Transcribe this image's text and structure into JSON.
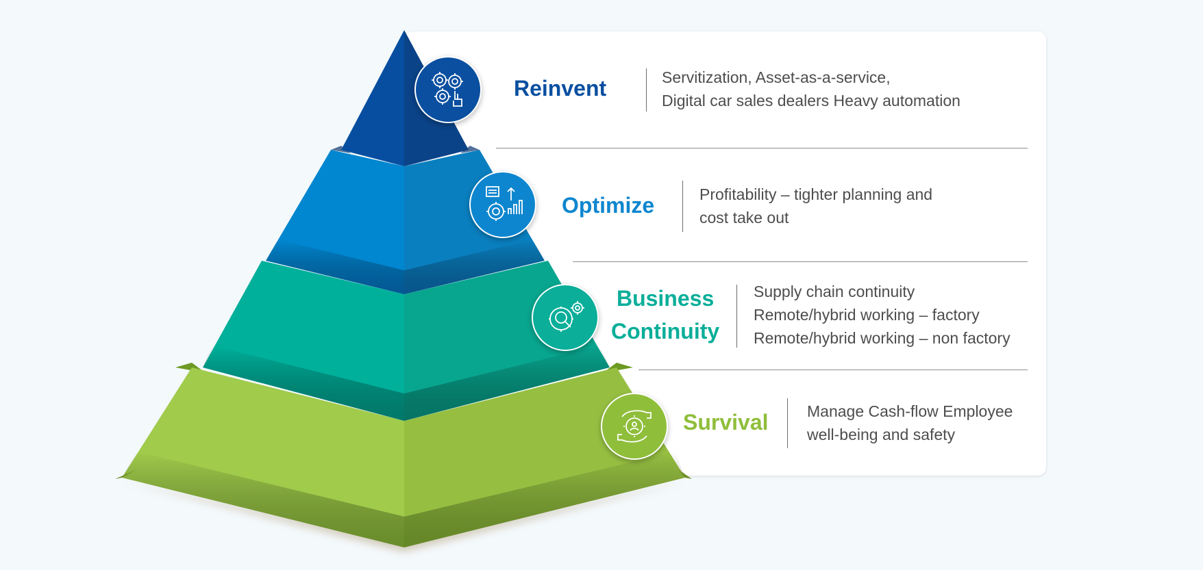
{
  "colors": {
    "background": "#f4f9fc",
    "reinvent": "#0a4fa0",
    "optimize": "#0e86cf",
    "business_continuity": "#0aae99",
    "survival": "#8fbe3b",
    "description_text": "#4d4d4d"
  },
  "tiers": [
    {
      "id": "reinvent",
      "title_lines": [
        "Reinvent"
      ],
      "icon": "gears-hand-icon",
      "description_lines": [
        "Servitization, Asset-as-a-service,",
        "Digital car sales dealers Heavy automation"
      ]
    },
    {
      "id": "optimize",
      "title_lines": [
        "Optimize"
      ],
      "icon": "gear-chart-growth-icon",
      "description_lines": [
        "Profitability – tighter planning and",
        "cost take out"
      ]
    },
    {
      "id": "business_continuity",
      "title_lines": [
        "Business",
        "Continuity"
      ],
      "icon": "gears-magnifier-icon",
      "description_lines": [
        "Supply chain continuity",
        "Remote/hybrid working – factory",
        "Remote/hybrid working – non factory"
      ]
    },
    {
      "id": "survival",
      "title_lines": [
        "Survival"
      ],
      "icon": "hands-gear-person-icon",
      "description_lines": [
        "Manage Cash-flow Employee",
        "well-being and safety"
      ]
    }
  ]
}
